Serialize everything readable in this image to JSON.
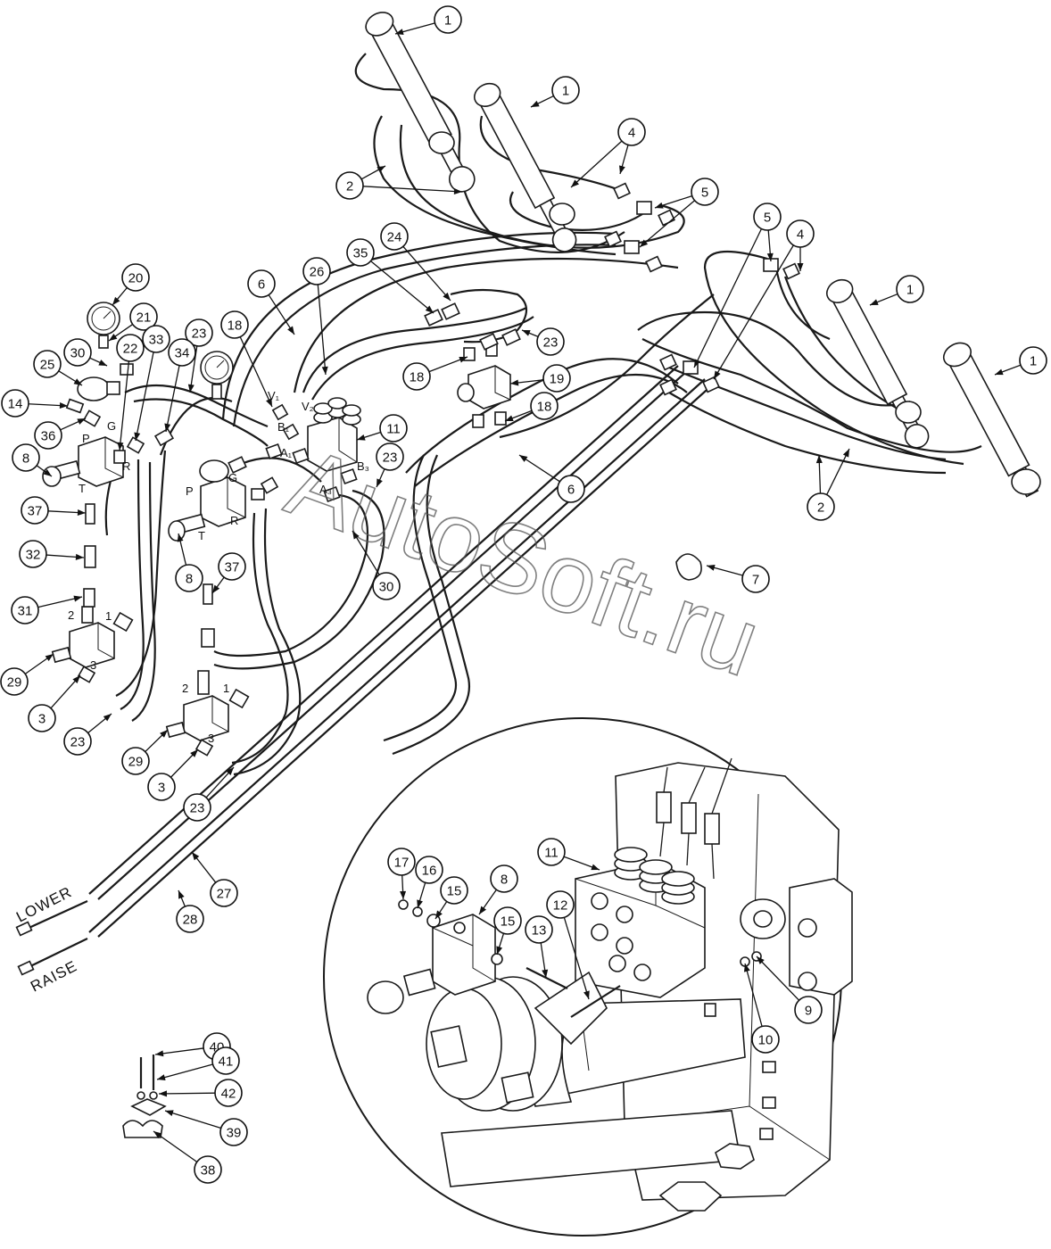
{
  "watermark": "AutoSoft.ru",
  "hose_labels": {
    "lower": "LOWER",
    "raise": "RAISE"
  },
  "port_labels": {
    "v1": "V₁",
    "v2": "V₂",
    "b1": "B₁",
    "a1": "A₁",
    "b3": "B₃",
    "a3": "A₃",
    "p_left": "P",
    "g_left": "G",
    "t_left": "T",
    "r_left": "R",
    "p_mid": "P",
    "g_mid": "G",
    "t_mid": "T",
    "r_mid": "R",
    "n2_left": "2",
    "n1_left": "1",
    "n3_left": "3",
    "n2_mid": "2",
    "n1_mid": "1",
    "n3_mid": "3"
  },
  "callouts": [
    {
      "id": "c1a",
      "label": "1"
    },
    {
      "id": "c1b",
      "label": "1"
    },
    {
      "id": "c1c",
      "label": "1"
    },
    {
      "id": "c1d",
      "label": "1"
    },
    {
      "id": "c2a",
      "label": "2"
    },
    {
      "id": "c2b",
      "label": "2"
    },
    {
      "id": "c3a",
      "label": "3"
    },
    {
      "id": "c3b",
      "label": "3"
    },
    {
      "id": "c4a",
      "label": "4"
    },
    {
      "id": "c4b",
      "label": "4"
    },
    {
      "id": "c5a",
      "label": "5"
    },
    {
      "id": "c5b",
      "label": "5"
    },
    {
      "id": "c6a",
      "label": "6"
    },
    {
      "id": "c6b",
      "label": "6"
    },
    {
      "id": "c7",
      "label": "7"
    },
    {
      "id": "c8a",
      "label": "8"
    },
    {
      "id": "c8b",
      "label": "8"
    },
    {
      "id": "c8c",
      "label": "8"
    },
    {
      "id": "c9",
      "label": "9"
    },
    {
      "id": "c10",
      "label": "10"
    },
    {
      "id": "c11a",
      "label": "11"
    },
    {
      "id": "c11b",
      "label": "11"
    },
    {
      "id": "c12",
      "label": "12"
    },
    {
      "id": "c13",
      "label": "13"
    },
    {
      "id": "c14",
      "label": "14"
    },
    {
      "id": "c15a",
      "label": "15"
    },
    {
      "id": "c15b",
      "label": "15"
    },
    {
      "id": "c16",
      "label": "16"
    },
    {
      "id": "c17",
      "label": "17"
    },
    {
      "id": "c18a",
      "label": "18"
    },
    {
      "id": "c18b",
      "label": "18"
    },
    {
      "id": "c18c",
      "label": "18"
    },
    {
      "id": "c19",
      "label": "19"
    },
    {
      "id": "c20",
      "label": "20"
    },
    {
      "id": "c21",
      "label": "21"
    },
    {
      "id": "c22",
      "label": "22"
    },
    {
      "id": "c23a",
      "label": "23"
    },
    {
      "id": "c23b",
      "label": "23"
    },
    {
      "id": "c23c",
      "label": "23"
    },
    {
      "id": "c23d",
      "label": "23"
    },
    {
      "id": "c23e",
      "label": "23"
    },
    {
      "id": "c24",
      "label": "24"
    },
    {
      "id": "c25",
      "label": "25"
    },
    {
      "id": "c26",
      "label": "26"
    },
    {
      "id": "c27",
      "label": "27"
    },
    {
      "id": "c28",
      "label": "28"
    },
    {
      "id": "c29a",
      "label": "29"
    },
    {
      "id": "c29b",
      "label": "29"
    },
    {
      "id": "c30a",
      "label": "30"
    },
    {
      "id": "c30b",
      "label": "30"
    },
    {
      "id": "c31",
      "label": "31"
    },
    {
      "id": "c32",
      "label": "32"
    },
    {
      "id": "c33",
      "label": "33"
    },
    {
      "id": "c34",
      "label": "34"
    },
    {
      "id": "c35",
      "label": "35"
    },
    {
      "id": "c36",
      "label": "36"
    },
    {
      "id": "c37a",
      "label": "37"
    },
    {
      "id": "c37b",
      "label": "37"
    },
    {
      "id": "c38",
      "label": "38"
    },
    {
      "id": "c39",
      "label": "39"
    },
    {
      "id": "c40",
      "label": "40"
    },
    {
      "id": "c41",
      "label": "41"
    },
    {
      "id": "c42",
      "label": "42"
    }
  ]
}
